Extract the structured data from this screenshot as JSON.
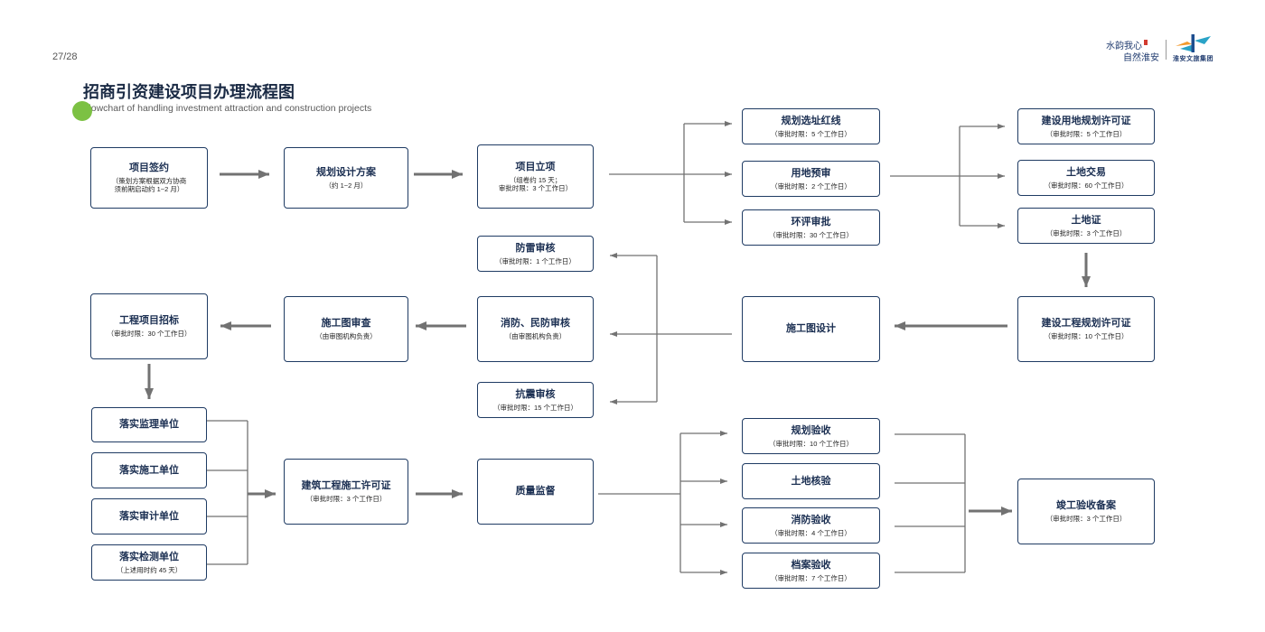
{
  "page": {
    "number": "27/28"
  },
  "brand": {
    "slogan_1": "水韵我心",
    "slogan_2": "自然淮安",
    "group_name": "淮安文旅集团"
  },
  "header": {
    "title": "招商引资建设项目办理流程图",
    "subtitle": "Flowchart of handling investment attraction and construction projects"
  },
  "colors": {
    "node_border": "#1f3b63",
    "node_title": "#1b2f52",
    "connector": "#727272",
    "accent_dot": "#7cc143",
    "brand": "#1e3a6e"
  },
  "nodes": {
    "signing": {
      "title": "项目签约",
      "notes": [
        "（策划方案根据双方协商",
        "须前期启动约 1~2 月）"
      ]
    },
    "planning_design": {
      "title": "规划设计方案",
      "notes": [
        "（约 1~2 月）"
      ]
    },
    "project_approval": {
      "title": "项目立项",
      "notes": [
        "（组卷约 15 天；",
        "审批时限：3 个工作日）"
      ]
    },
    "site_redline": {
      "title": "规划选址红线",
      "notes": [
        "（审批时限：5 个工作日）"
      ]
    },
    "land_pre_review": {
      "title": "用地预审",
      "notes": [
        "（审批时限：2 个工作日）"
      ]
    },
    "eia_approval": {
      "title": "环评审批",
      "notes": [
        "（审批时限：30 个工作日）"
      ]
    },
    "land_use_permit": {
      "title": "建设用地规划许可证",
      "notes": [
        "（审批时限：5 个工作日）"
      ]
    },
    "land_trading": {
      "title": "土地交易",
      "notes": [
        "（审批时限：60 个工作日）"
      ]
    },
    "land_certificate": {
      "title": "土地证",
      "notes": [
        "（审批时限：3 个工作日）"
      ]
    },
    "engineering_permit": {
      "title": "建设工程规划许可证",
      "notes": [
        "（审批时限：10 个工作日）"
      ]
    },
    "drawing_design": {
      "title": "施工图设计"
    },
    "lightning_review": {
      "title": "防雷审核",
      "notes": [
        "（审批时限：1 个工作日）"
      ]
    },
    "fire_civil_review": {
      "title": "消防、民防审核",
      "notes": [
        "（由审图机构负责）"
      ]
    },
    "seismic_review": {
      "title": "抗震审核",
      "notes": [
        "（审批时限：15 个工作日）"
      ]
    },
    "drawing_review": {
      "title": "施工图审查",
      "notes": [
        "（由审图机构负责）"
      ]
    },
    "project_bidding": {
      "title": "工程项目招标",
      "notes": [
        "（审批时限：30 个工作日）"
      ]
    },
    "supervision_unit": {
      "title": "落实监理单位"
    },
    "construction_unit": {
      "title": "落实施工单位"
    },
    "audit_unit": {
      "title": "落实审计单位"
    },
    "testing_unit": {
      "title": "落实检测单位",
      "notes": [
        "（上述用时约 45 天）"
      ]
    },
    "construction_permit": {
      "title": "建筑工程施工许可证",
      "notes": [
        "（审批时限：3 个工作日）"
      ]
    },
    "quality_supervision": {
      "title": "质量监督"
    },
    "planning_acceptance": {
      "title": "规划验收",
      "notes": [
        "（审批时限：10 个工作日）"
      ]
    },
    "land_verification": {
      "title": "土地核验"
    },
    "fire_acceptance": {
      "title": "消防验收",
      "notes": [
        "（审批时限：4 个工作日）"
      ]
    },
    "archive_acceptance": {
      "title": "档案验收",
      "notes": [
        "（审批时限：7 个工作日）"
      ]
    },
    "completion_filing": {
      "title": "竣工验收备案",
      "notes": [
        "（审批时限：3 个工作日）"
      ]
    }
  }
}
